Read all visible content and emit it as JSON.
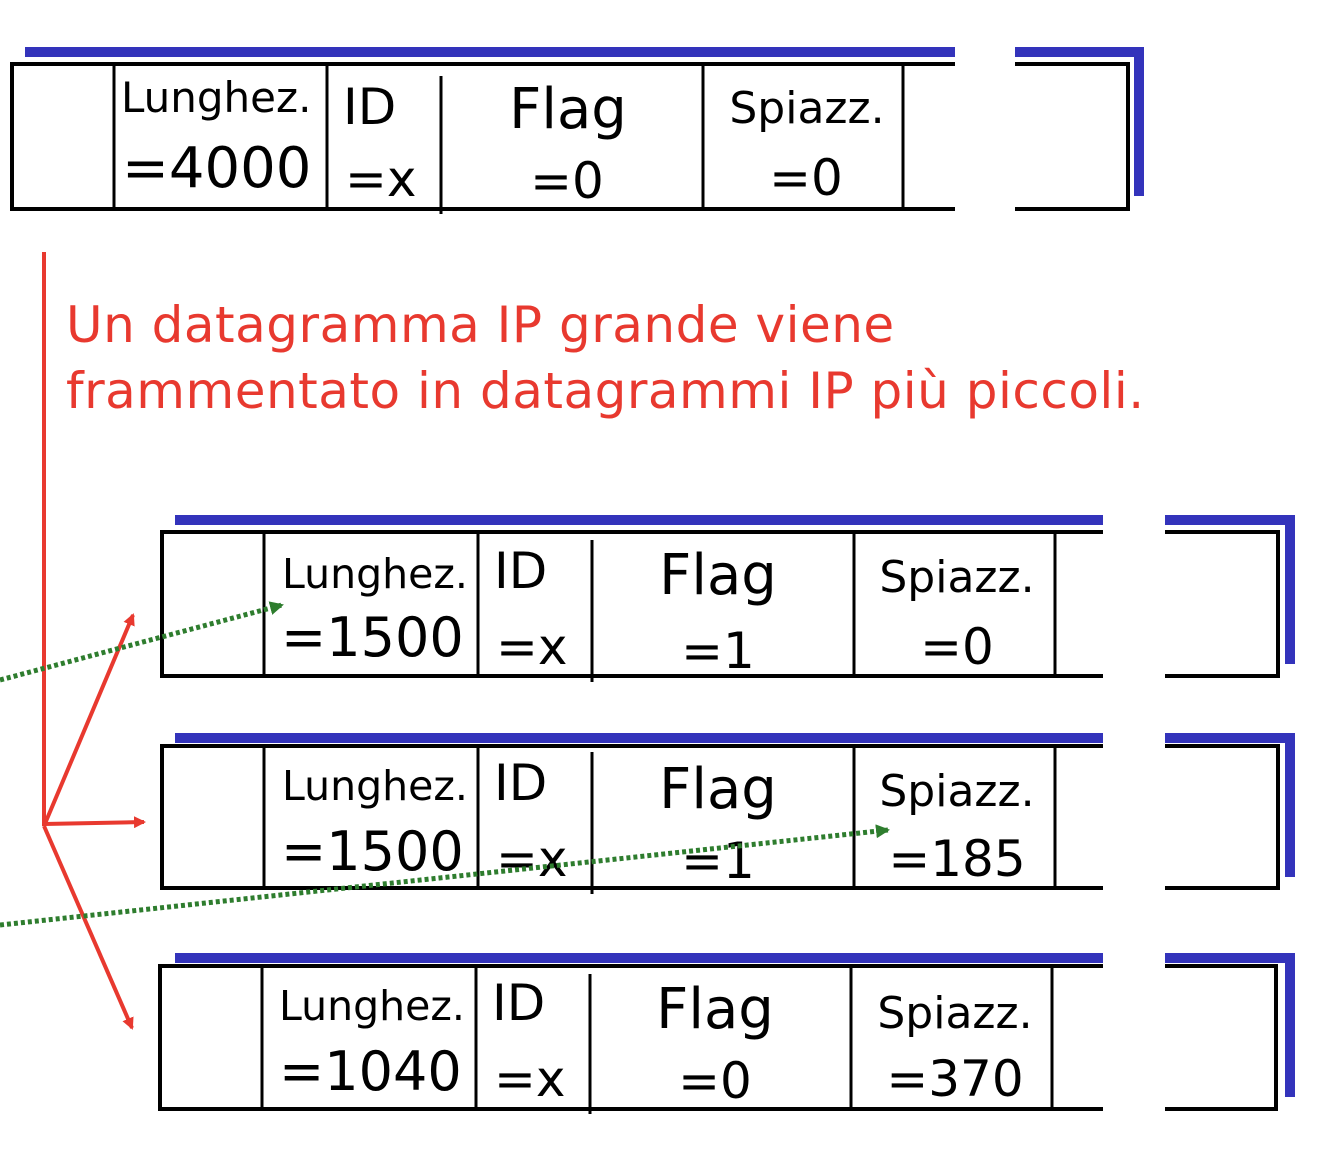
{
  "diagram": {
    "caption": {
      "line1": "Un datagramma IP grande viene",
      "line2": "frammentato in datagrammi IP più piccoli."
    },
    "original_datagram": {
      "length_label": "Lunghez.",
      "length_value": "=4000",
      "id_label": "ID",
      "id_value": "=x",
      "flag_label": "Flag",
      "flag_value": "=0",
      "offset_label": "Spiazz.",
      "offset_value": "=0"
    },
    "fragments": [
      {
        "length_label": "Lunghez.",
        "length_value": "=1500",
        "id_label": "ID",
        "id_value": "=x",
        "flag_label": "Flag",
        "flag_value": "=1",
        "offset_label": "Spiazz.",
        "offset_value": "=0"
      },
      {
        "length_label": "Lunghez.",
        "length_value": "=1500",
        "id_label": "ID",
        "id_value": "=x",
        "flag_label": "Flag",
        "flag_value": "=1",
        "offset_label": "Spiazz.",
        "offset_value": "=185"
      },
      {
        "length_label": "Lunghez.",
        "length_value": "=1040",
        "id_label": "ID",
        "id_value": "=x",
        "flag_label": "Flag",
        "flag_value": "=0",
        "offset_label": "Spiazz.",
        "offset_value": "=370"
      }
    ],
    "colors": {
      "shadow": "#3333bb",
      "arrow": "#e8392f",
      "dotted": "#2e7d2e",
      "text": "#000000"
    }
  }
}
